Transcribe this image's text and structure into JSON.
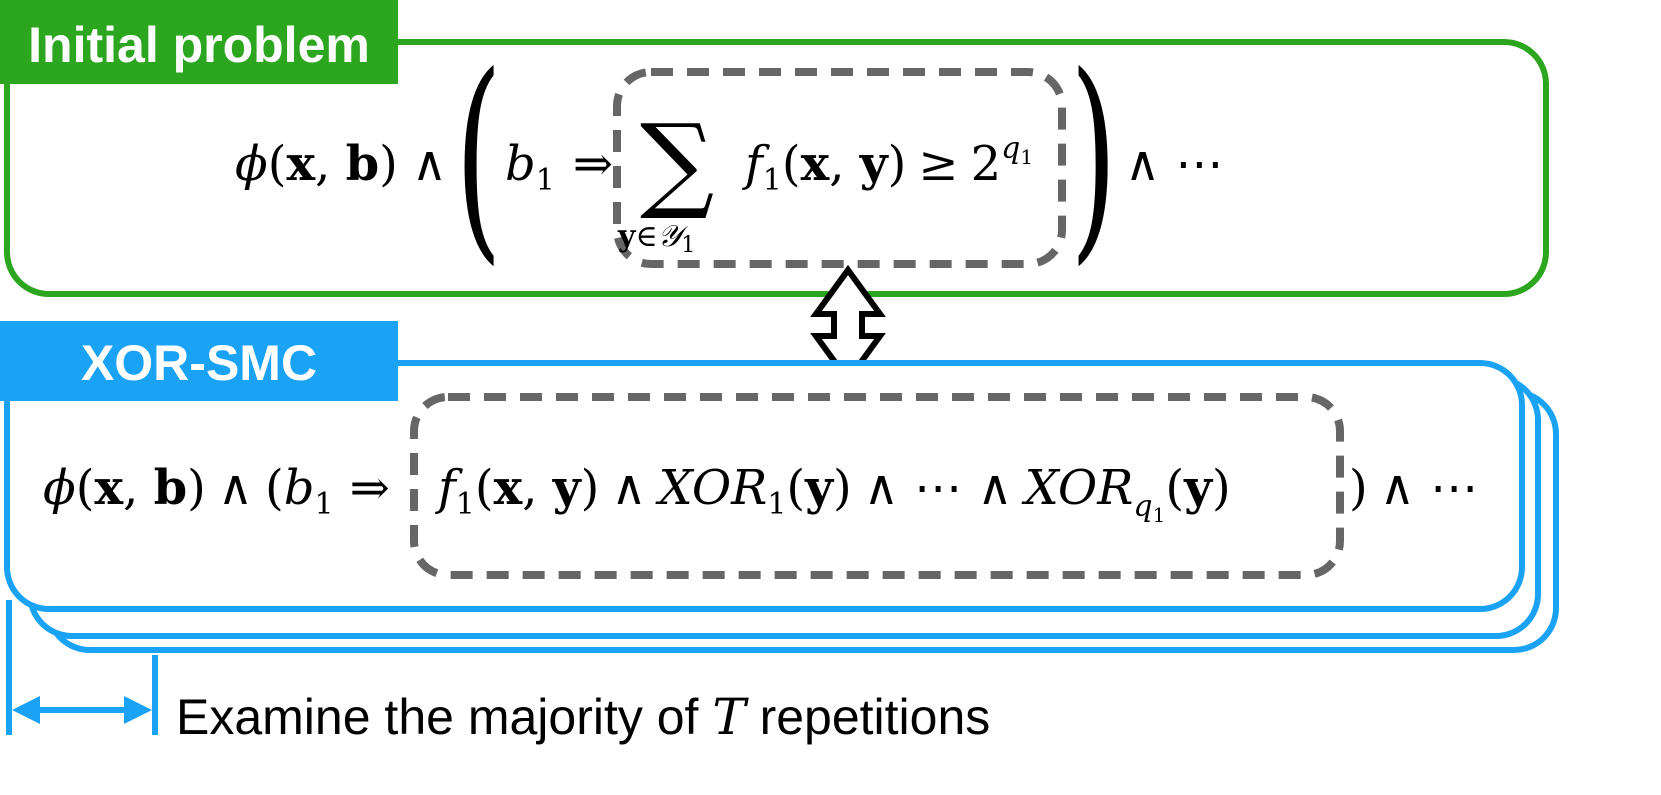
{
  "colors": {
    "initial": "#2ca51f",
    "xor": "#1aa3f5",
    "dashed": "#666666"
  },
  "initial_panel": {
    "label": "Initial problem",
    "expr": {
      "phi": "ϕ",
      "x": "x",
      "b": "b",
      "and": "∧",
      "b1": "b",
      "b1_sub": "1",
      "implies": "⇒",
      "sum": "∑",
      "sum_sub_y": "y",
      "sum_sub_in": "∈",
      "sum_sub_set": "𝒴",
      "sum_sub_idx": "1",
      "f": "f",
      "f_sub": "1",
      "geq": "≥",
      "two": "2",
      "q": "q",
      "q_sub": "1",
      "dots": "∧ ⋯"
    }
  },
  "xor_panel": {
    "label": "XOR-SMC",
    "expr": {
      "phi": "ϕ",
      "x": "x",
      "b": "b",
      "and": "∧",
      "b1": "b",
      "b1_sub": "1",
      "implies": "⇒",
      "f": "f",
      "f_sub": "1",
      "xor": "XOR",
      "xor_sub": "1",
      "mid_dots": "∧ ⋯ ∧",
      "xor_q": "XOR",
      "xor_q_sub": "q",
      "xor_q_subsub": "1",
      "end": "∧ ⋯"
    }
  },
  "caption": {
    "text": "Examine the majority of ",
    "var": "T",
    "rest": " repetitions"
  }
}
